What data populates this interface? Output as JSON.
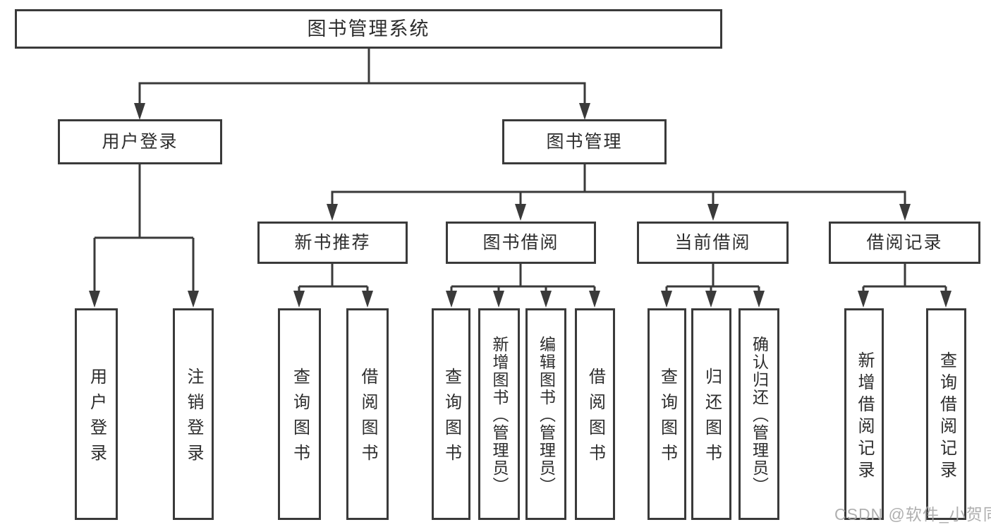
{
  "diagram": {
    "type": "hierarchy-tree",
    "watermark": "CSDN @软件_小贺同学",
    "colors": {
      "line": "#3a3a3a",
      "box_border": "#3a3a3a",
      "text": "#2d2d2d",
      "watermark": "#a8a8a8",
      "background": "#ffffff"
    },
    "nodes": {
      "root": {
        "label": "图书管理系统"
      },
      "user_login": {
        "label": "用户登录"
      },
      "book_mgmt": {
        "label": "图书管理"
      },
      "ul_login": {
        "label": "用户登录"
      },
      "ul_logout": {
        "label": "注销登录"
      },
      "new_rec": {
        "label": "新书推荐"
      },
      "book_borrow": {
        "label": "图书借阅"
      },
      "current_borrow": {
        "label": "当前借阅"
      },
      "borrow_records": {
        "label": "借阅记录"
      },
      "nr_query": {
        "label": "查询图书"
      },
      "nr_borrow": {
        "label": "借阅图书"
      },
      "bb_query": {
        "label": "查询图书"
      },
      "bb_add": {
        "label": "新增图书（管理员）"
      },
      "bb_edit": {
        "label": "编辑图书（管理员）"
      },
      "bb_borrow": {
        "label": "借阅图书"
      },
      "cb_query": {
        "label": "查询图书"
      },
      "cb_return": {
        "label": "归还图书"
      },
      "cb_confirm": {
        "label": "确认归还（管理员）"
      },
      "br_add": {
        "label": "新增借阅记录"
      },
      "br_query": {
        "label": "查询借阅记录"
      }
    },
    "edges": [
      "root->user_login",
      "root->book_mgmt",
      "user_login->ul_login",
      "user_login->ul_logout",
      "book_mgmt->new_rec",
      "book_mgmt->book_borrow",
      "book_mgmt->current_borrow",
      "book_mgmt->borrow_records",
      "new_rec->nr_query",
      "new_rec->nr_borrow",
      "book_borrow->bb_query",
      "book_borrow->bb_add",
      "book_borrow->bb_edit",
      "book_borrow->bb_borrow",
      "current_borrow->cb_query",
      "current_borrow->cb_return",
      "current_borrow->cb_confirm",
      "borrow_records->br_add",
      "borrow_records->br_query"
    ]
  }
}
